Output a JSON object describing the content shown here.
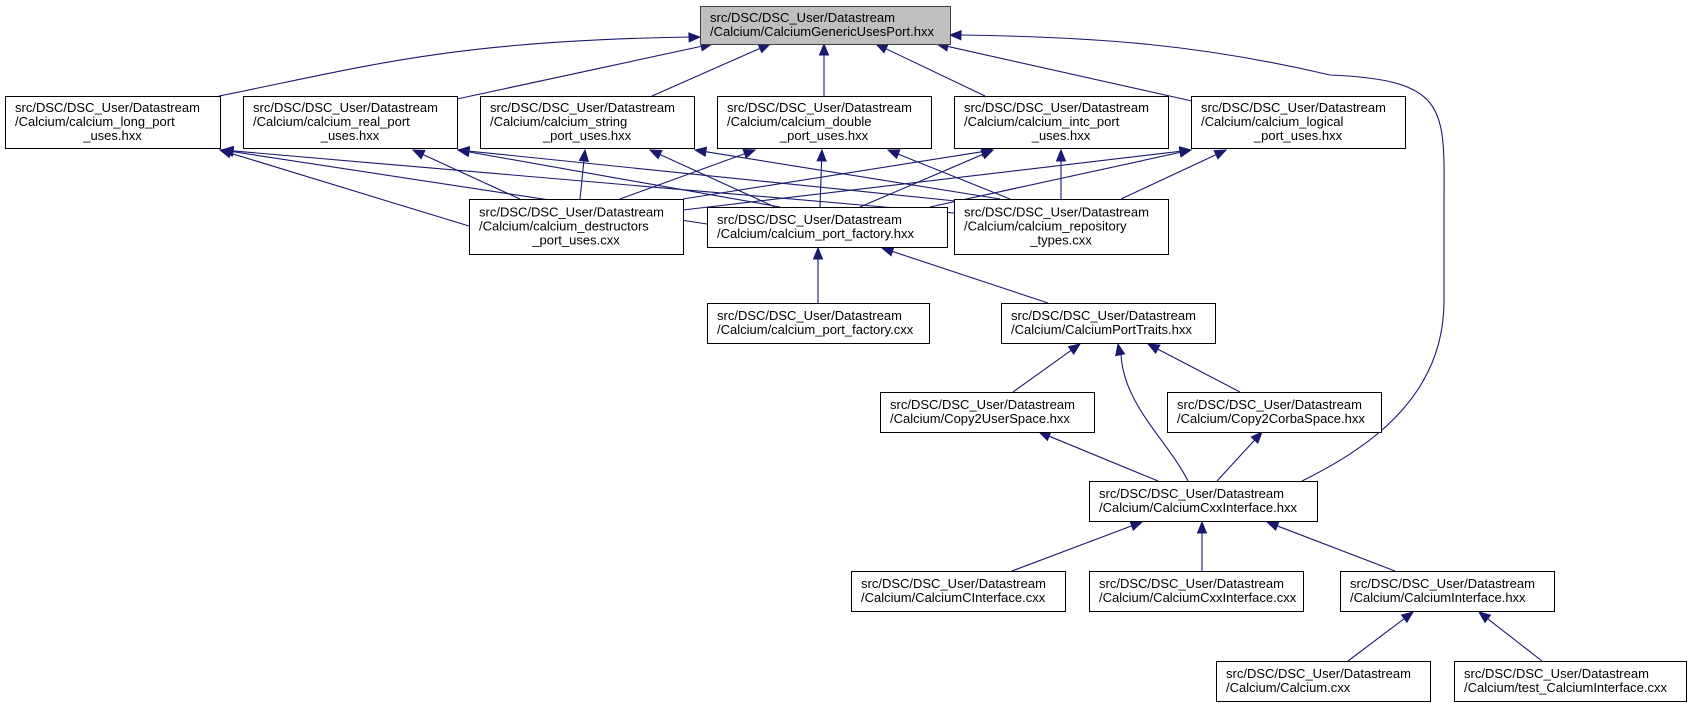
{
  "title": "Include dependency graph for CalciumGenericUsesPort.hxx",
  "colors": {
    "edge": "#191970",
    "root_fill": "#bfbfbf",
    "node_fill": "#ffffff",
    "node_border": "#000000"
  },
  "nodes": [
    {
      "id": "root",
      "lines": [
        "src/DSC/DSC_User/Datastream",
        "/Calcium/CalciumGenericUsesPort.hxx"
      ],
      "root": true
    },
    {
      "id": "long_port_uses",
      "lines": [
        "src/DSC/DSC_User/Datastream",
        "/Calcium/calcium_long_port",
        "_uses.hxx"
      ]
    },
    {
      "id": "real_port_uses",
      "lines": [
        "src/DSC/DSC_User/Datastream",
        "/Calcium/calcium_real_port",
        "_uses.hxx"
      ]
    },
    {
      "id": "string_port_uses",
      "lines": [
        "src/DSC/DSC_User/Datastream",
        "/Calcium/calcium_string",
        "_port_uses.hxx"
      ]
    },
    {
      "id": "double_port_uses",
      "lines": [
        "src/DSC/DSC_User/Datastream",
        "/Calcium/calcium_double",
        "_port_uses.hxx"
      ]
    },
    {
      "id": "intc_port_uses",
      "lines": [
        "src/DSC/DSC_User/Datastream",
        "/Calcium/calcium_intc_port",
        "_uses.hxx"
      ]
    },
    {
      "id": "logical_port_uses",
      "lines": [
        "src/DSC/DSC_User/Datastream",
        "/Calcium/calcium_logical",
        "_port_uses.hxx"
      ]
    },
    {
      "id": "destructors_port_uses",
      "lines": [
        "src/DSC/DSC_User/Datastream",
        "/Calcium/calcium_destructors",
        "_port_uses.cxx"
      ]
    },
    {
      "id": "port_factory_hxx",
      "lines": [
        "src/DSC/DSC_User/Datastream",
        "/Calcium/calcium_port_factory.hxx"
      ]
    },
    {
      "id": "repository_types",
      "lines": [
        "src/DSC/DSC_User/Datastream",
        "/Calcium/calcium_repository",
        "_types.cxx"
      ]
    },
    {
      "id": "port_factory_cxx",
      "lines": [
        "src/DSC/DSC_User/Datastream",
        "/Calcium/calcium_port_factory.cxx"
      ]
    },
    {
      "id": "port_traits",
      "lines": [
        "src/DSC/DSC_User/Datastream",
        "/Calcium/CalciumPortTraits.hxx"
      ]
    },
    {
      "id": "copy2user",
      "lines": [
        "src/DSC/DSC_User/Datastream",
        "/Calcium/Copy2UserSpace.hxx"
      ]
    },
    {
      "id": "copy2corba",
      "lines": [
        "src/DSC/DSC_User/Datastream",
        "/Calcium/Copy2CorbaSpace.hxx"
      ]
    },
    {
      "id": "cxx_interface_hxx",
      "lines": [
        "src/DSC/DSC_User/Datastream",
        "/Calcium/CalciumCxxInterface.hxx"
      ]
    },
    {
      "id": "c_interface_cxx",
      "lines": [
        "src/DSC/DSC_User/Datastream",
        "/Calcium/CalciumCInterface.cxx"
      ]
    },
    {
      "id": "cxx_interface_cxx",
      "lines": [
        "src/DSC/DSC_User/Datastream",
        "/Calcium/CalciumCxxInterface.cxx"
      ]
    },
    {
      "id": "calcium_interface_hxx",
      "lines": [
        "src/DSC/DSC_User/Datastream",
        "/Calcium/CalciumInterface.hxx"
      ]
    },
    {
      "id": "calcium_cxx",
      "lines": [
        "src/DSC/DSC_User/Datastream",
        "/Calcium/Calcium.cxx"
      ]
    },
    {
      "id": "test_interface",
      "lines": [
        "src/DSC/DSC_User/Datastream",
        "/Calcium/test_CalciumInterface.cxx"
      ]
    }
  ],
  "edges": [
    {
      "from": "long_port_uses",
      "to": "root"
    },
    {
      "from": "real_port_uses",
      "to": "root"
    },
    {
      "from": "string_port_uses",
      "to": "root"
    },
    {
      "from": "double_port_uses",
      "to": "root"
    },
    {
      "from": "intc_port_uses",
      "to": "root"
    },
    {
      "from": "logical_port_uses",
      "to": "root"
    },
    {
      "from": "cxx_interface_hxx",
      "to": "root"
    },
    {
      "from": "destructors_port_uses",
      "to": "long_port_uses"
    },
    {
      "from": "port_factory_hxx",
      "to": "long_port_uses"
    },
    {
      "from": "repository_types",
      "to": "long_port_uses"
    },
    {
      "from": "destructors_port_uses",
      "to": "real_port_uses"
    },
    {
      "from": "port_factory_hxx",
      "to": "real_port_uses"
    },
    {
      "from": "repository_types",
      "to": "real_port_uses"
    },
    {
      "from": "destructors_port_uses",
      "to": "string_port_uses"
    },
    {
      "from": "port_factory_hxx",
      "to": "string_port_uses"
    },
    {
      "from": "repository_types",
      "to": "string_port_uses"
    },
    {
      "from": "destructors_port_uses",
      "to": "double_port_uses"
    },
    {
      "from": "port_factory_hxx",
      "to": "double_port_uses"
    },
    {
      "from": "repository_types",
      "to": "double_port_uses"
    },
    {
      "from": "destructors_port_uses",
      "to": "intc_port_uses"
    },
    {
      "from": "port_factory_hxx",
      "to": "intc_port_uses"
    },
    {
      "from": "repository_types",
      "to": "intc_port_uses"
    },
    {
      "from": "destructors_port_uses",
      "to": "logical_port_uses"
    },
    {
      "from": "port_factory_hxx",
      "to": "logical_port_uses"
    },
    {
      "from": "repository_types",
      "to": "logical_port_uses"
    },
    {
      "from": "port_factory_cxx",
      "to": "port_factory_hxx"
    },
    {
      "from": "port_traits",
      "to": "port_factory_hxx"
    },
    {
      "from": "copy2user",
      "to": "port_traits"
    },
    {
      "from": "copy2corba",
      "to": "port_traits"
    },
    {
      "from": "cxx_interface_hxx",
      "to": "port_traits"
    },
    {
      "from": "cxx_interface_hxx",
      "to": "copy2user"
    },
    {
      "from": "cxx_interface_hxx",
      "to": "copy2corba"
    },
    {
      "from": "c_interface_cxx",
      "to": "cxx_interface_hxx"
    },
    {
      "from": "cxx_interface_cxx",
      "to": "cxx_interface_hxx"
    },
    {
      "from": "calcium_interface_hxx",
      "to": "cxx_interface_hxx"
    },
    {
      "from": "calcium_cxx",
      "to": "calcium_interface_hxx"
    },
    {
      "from": "test_interface",
      "to": "calcium_interface_hxx"
    }
  ]
}
